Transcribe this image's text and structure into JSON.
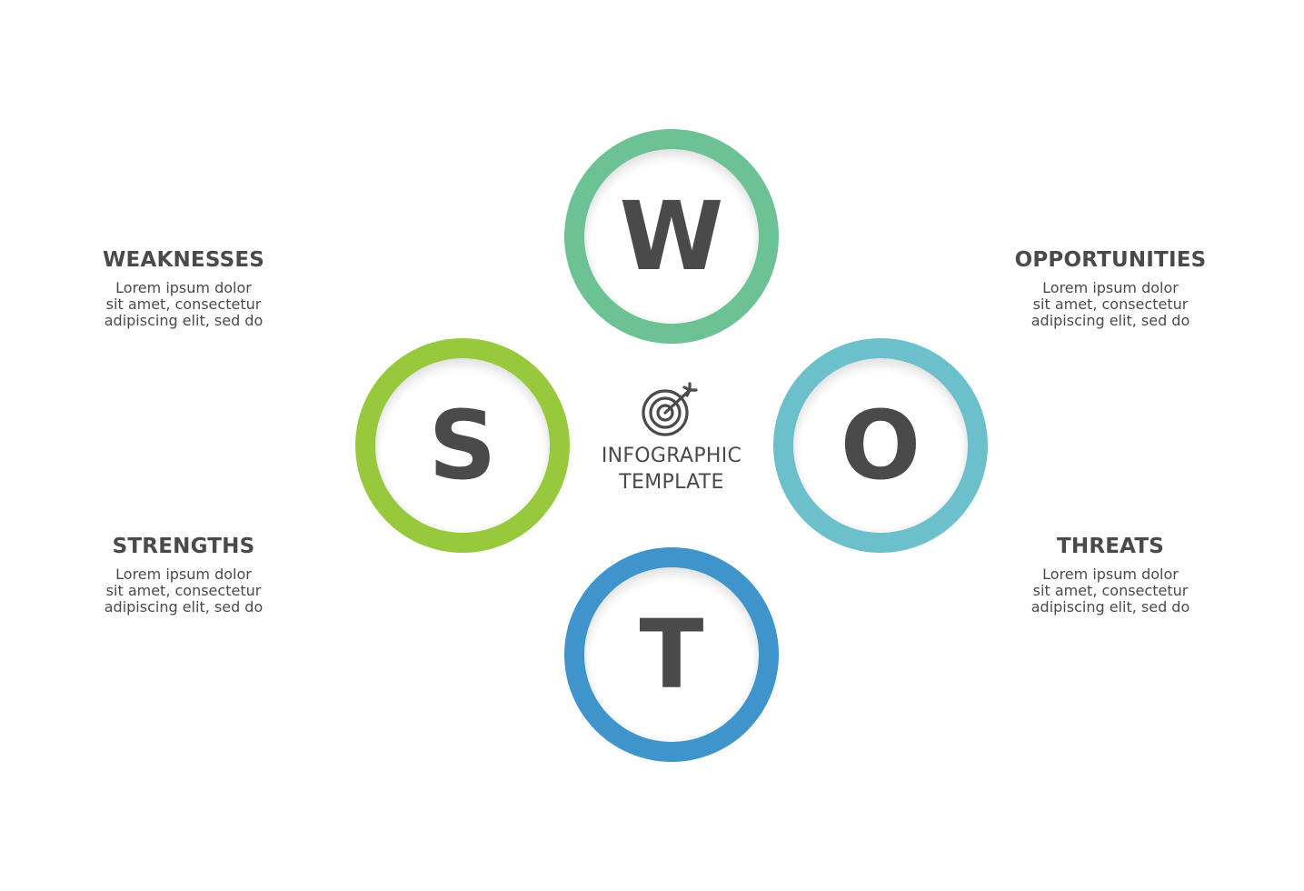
{
  "center": {
    "icon": "target-icon",
    "title_lines": [
      "INFOGRAPHIC",
      "TEMPLATE"
    ]
  },
  "quadrants": [
    {
      "letter": "W",
      "color": "#6cc195"
    },
    {
      "letter": "S",
      "color": "#97c93d"
    },
    {
      "letter": "O",
      "color": "#6cc0cc"
    },
    {
      "letter": "T",
      "color": "#3f94cc"
    }
  ],
  "labels": {
    "weaknesses": {
      "title": "WEAKNESSES",
      "lines": [
        "Lorem ipsum dolor",
        "sit amet, consectetur",
        "adipiscing elit, sed do"
      ]
    },
    "strengths": {
      "title": "STRENGTHS",
      "lines": [
        "Lorem ipsum dolor",
        "sit amet, consectetur",
        "adipiscing elit, sed do"
      ]
    },
    "opportunities": {
      "title": "OPPORTUNITIES",
      "lines": [
        "Lorem ipsum dolor",
        "sit amet, consectetur",
        "adipiscing elit, sed do"
      ]
    },
    "threats": {
      "title": "THREATS",
      "lines": [
        "Lorem ipsum dolor",
        "sit amet, consectetur",
        "adipiscing elit, sed do"
      ]
    }
  },
  "text_color": "#4a4a4a"
}
